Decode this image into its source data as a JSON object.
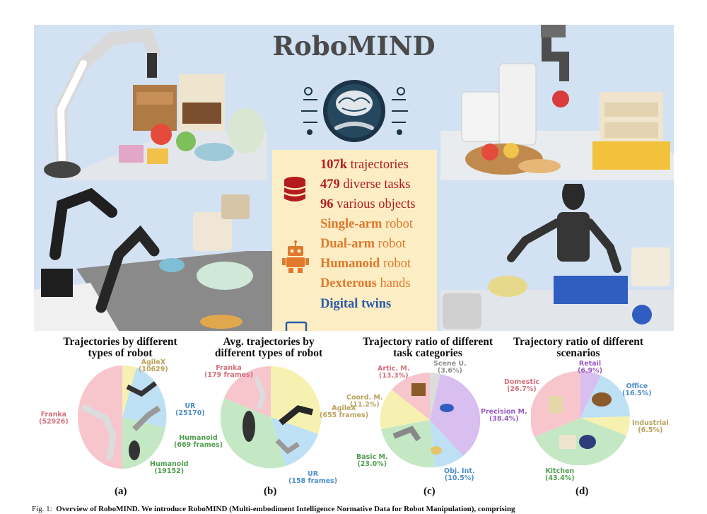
{
  "banner": {
    "title": "RoboMIND",
    "stats": [
      {
        "bold": "107k",
        "rest": " trajectories",
        "color": "#b41c1c"
      },
      {
        "bold": "479",
        "rest": " diverse tasks",
        "color": "#b41c1c"
      },
      {
        "bold": "96",
        "rest": " various objects",
        "color": "#b41c1c"
      },
      {
        "bold": "Single-arm",
        "rest": " robot",
        "color": "#e0792d"
      },
      {
        "bold": "Dual-arm",
        "rest": " robot",
        "color": "#e0792d"
      },
      {
        "bold": "Humanoid",
        "rest": " robot",
        "color": "#e0792d"
      },
      {
        "bold": "Dexterous",
        "rest": " hands",
        "color": "#e0792d"
      },
      {
        "bold": "Digital twins",
        "rest": "",
        "color": "#2a5ca8"
      }
    ],
    "icons": [
      "database-icon",
      "robot-icon",
      "laptop-icon"
    ]
  },
  "charts": [
    {
      "title_l1": "Trajectories by different",
      "title_l2": "types of robot",
      "sub": "(a)",
      "labels": [
        {
          "text": "AgileX\n(10629)",
          "color": "#b8a25a"
        },
        {
          "text": "UR\n(25170)",
          "color": "#4d8fc8"
        },
        {
          "text": "Humanoid\n(19152)",
          "color": "#4f9e4f"
        },
        {
          "text": "Franka\n(52926)",
          "color": "#d46f7b"
        }
      ]
    },
    {
      "title_l1": "Avg. trajectories by",
      "title_l2": "different types of robot",
      "sub": "(b)",
      "labels": [
        {
          "text": "Franka\n(179 frames)",
          "color": "#d46f7b"
        },
        {
          "text": "AgileX\n(655 frames)",
          "color": "#b8a25a"
        },
        {
          "text": "UR\n(158 frames)",
          "color": "#4d8fc8"
        },
        {
          "text": "Humanoid\n(669 frames)",
          "color": "#4f9e4f"
        }
      ]
    },
    {
      "title_l1": "Trajectory ratio of different",
      "title_l2": "task categories",
      "sub": "(c)",
      "labels": [
        {
          "text": "Scene U.\n(3.6%)",
          "color": "#8f8f8f"
        },
        {
          "text": "Precision M.\n(38.4%)",
          "color": "#9a5bc2"
        },
        {
          "text": "Obj. Int.\n(10.5%)",
          "color": "#4d8fc8"
        },
        {
          "text": "Basic M.\n(23.0%)",
          "color": "#4f9e4f"
        },
        {
          "text": "Coord. M.\n(11.2%)",
          "color": "#b8a25a"
        },
        {
          "text": "Artic. M.\n(13.3%)",
          "color": "#d46f7b"
        }
      ]
    },
    {
      "title_l1": "Trajectory ratio of different",
      "title_l2": "scenarios",
      "sub": "(d)",
      "labels": [
        {
          "text": "Retail\n(6.9%)",
          "color": "#9a5bc2"
        },
        {
          "text": "Office\n(16.5%)",
          "color": "#4d8fc8"
        },
        {
          "text": "Industrial\n(6.5%)",
          "color": "#b8a25a"
        },
        {
          "text": "Kitchen\n(43.4%)",
          "color": "#4f9e4f"
        },
        {
          "text": "Domestic\n(26.7%)",
          "color": "#d46f7b"
        }
      ]
    }
  ],
  "caption": {
    "fig": "Fig. 1:",
    "text": "Overview of RoboMIND. We introduce RoboMIND (Multi-embodiment Intelligence Normative Data for Robot Manipulation), comprising"
  }
}
